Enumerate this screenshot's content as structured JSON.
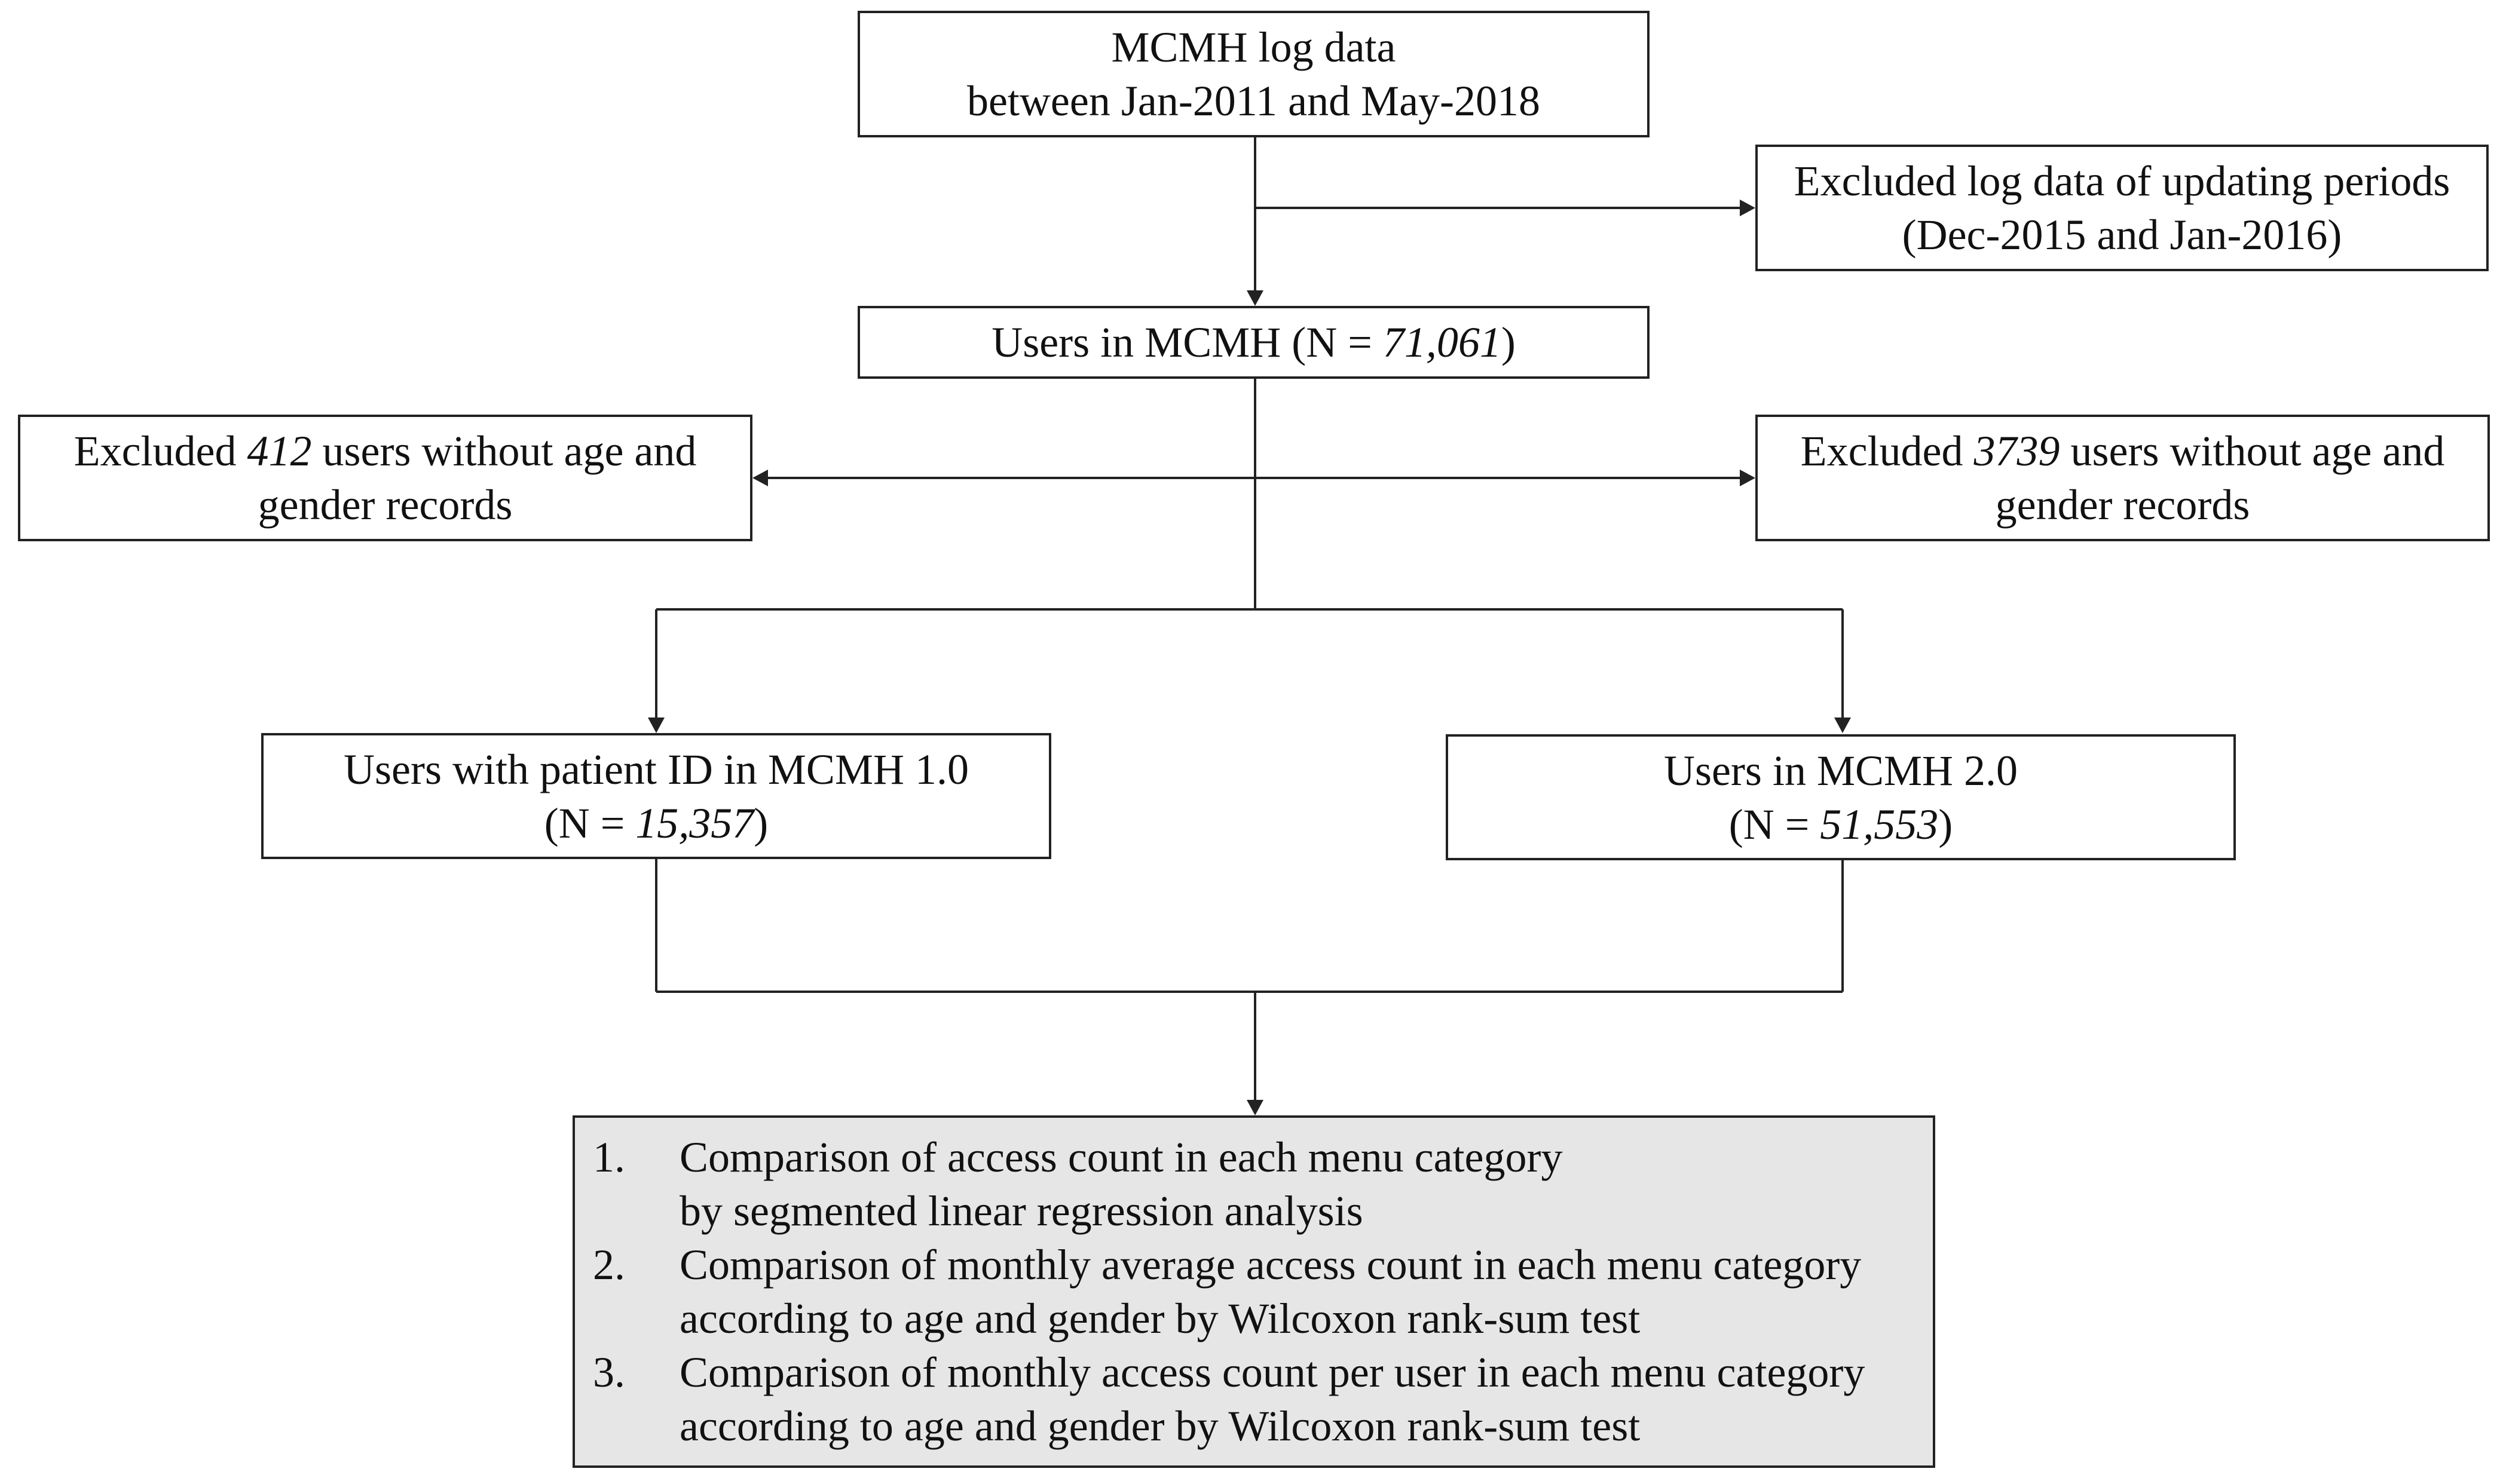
{
  "nodes": {
    "source": {
      "line1": "MCMH log data",
      "line2": "between Jan-2011 and May-2018"
    },
    "excluded_update": {
      "line1": "Excluded log data of updating periods",
      "line2": "(Dec-2015 and Jan-2016)"
    },
    "users": {
      "prefix": "Users in MCMH (N = ",
      "count": "71,061",
      "suffix": ")"
    },
    "excluded_left": {
      "prefix": "Excluded ",
      "count": "412",
      "suffix": " users without age and",
      "line2": "gender records"
    },
    "excluded_right": {
      "prefix": "Excluded ",
      "count": "3739",
      "suffix": " users without age and",
      "line2": "gender records"
    },
    "mcmh1": {
      "line1": "Users with patient ID in MCMH 1.0",
      "prefix": "(N = ",
      "count": "15,357",
      "suffix": ")"
    },
    "mcmh2": {
      "line1": "Users in MCMH 2.0",
      "prefix": "(N = ",
      "count": "51,553",
      "suffix": ")"
    },
    "analysis": {
      "items": [
        {
          "num": "1.",
          "line1": "Comparison of access count in each menu category",
          "line2": "by segmented linear regression analysis"
        },
        {
          "num": "2.",
          "line1": "Comparison of monthly average access count in each menu category",
          "line2": "according to age and gender by Wilcoxon rank-sum test"
        },
        {
          "num": "3.",
          "line1": "Comparison of monthly access count per user in each menu category",
          "line2": "according to age and gender by Wilcoxon rank-sum test"
        }
      ]
    }
  },
  "colors": {
    "stroke": "#222222",
    "analysis_fill": "#e6e6e6",
    "box_fill": "#ffffff"
  }
}
